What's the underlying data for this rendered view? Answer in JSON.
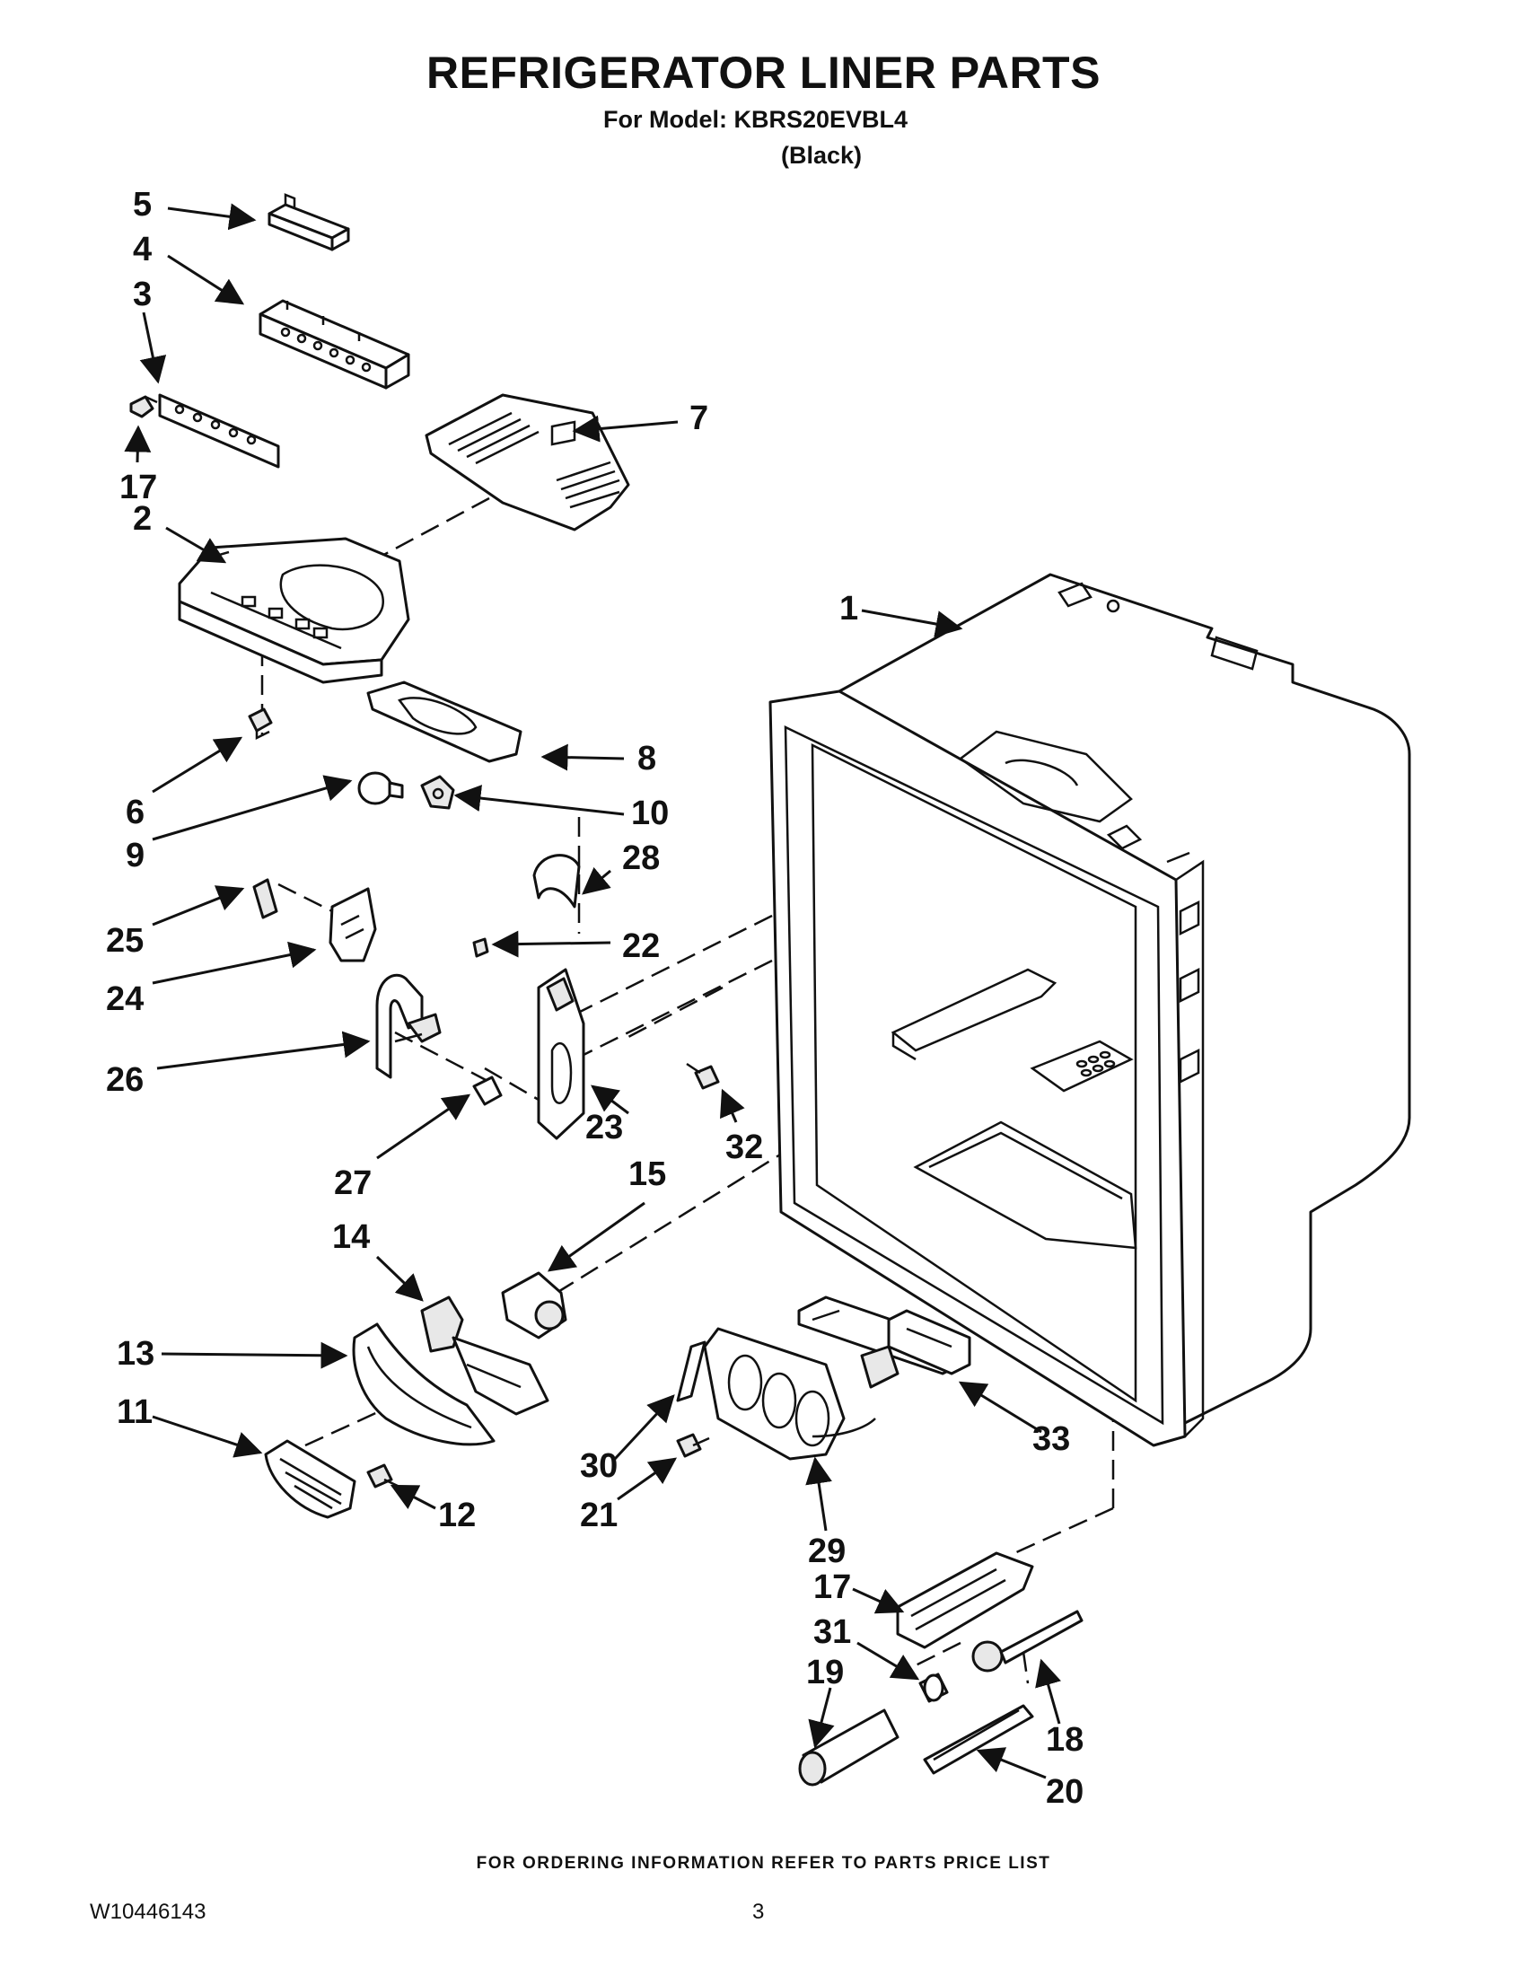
{
  "header": {
    "title": "REFRIGERATOR LINER PARTS",
    "model_line": "For Model: KBRS20EVBL4",
    "variant": "(Black)"
  },
  "callouts": [
    "5",
    "4",
    "3",
    "17",
    "7",
    "2",
    "1",
    "8",
    "6",
    "10",
    "9",
    "28",
    "25",
    "22",
    "24",
    "26",
    "23",
    "32",
    "27",
    "15",
    "14",
    "13",
    "11",
    "33",
    "30",
    "12",
    "21",
    "29",
    "17",
    "31",
    "19",
    "18",
    "20"
  ],
  "footer": {
    "ordering_note": "FOR ORDERING INFORMATION REFER TO PARTS PRICE LIST",
    "doc_number": "W10446143",
    "page_number": "3"
  }
}
